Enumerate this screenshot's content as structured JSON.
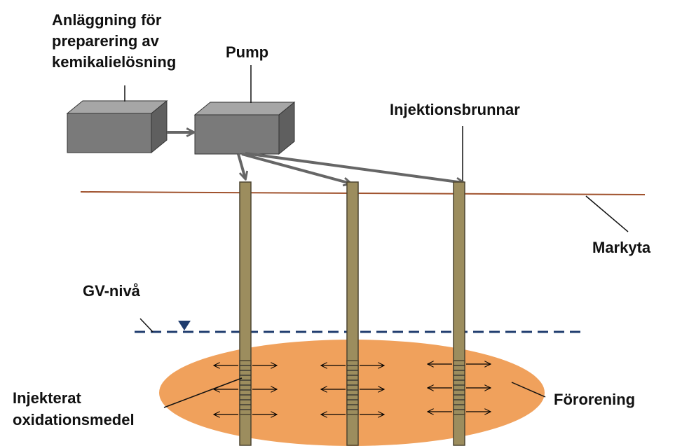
{
  "labels": {
    "preparation_line1": "Anläggning för",
    "preparation_line2": "preparering av",
    "preparation_line3": "kemikalielösning",
    "pump": "Pump",
    "wells": "Injektionsbrunnar",
    "ground_surface": "Markyta",
    "groundwater_level": "GV-nivå",
    "injected_line1": "Injekterat",
    "injected_line2": "oxidationsmedel",
    "contamination": "Förorening"
  },
  "colors": {
    "box_front": "#7a7a7a",
    "box_top": "#a6a6a6",
    "box_side": "#5f5f5f",
    "flow_arrow": "#666666",
    "ground_line": "#a0522d",
    "well_fill": "#9c8d5e",
    "well_stroke": "#4d4530",
    "groundwater_line": "#1f3c6e",
    "plume": "#f0a15c",
    "leader": "#111111"
  }
}
